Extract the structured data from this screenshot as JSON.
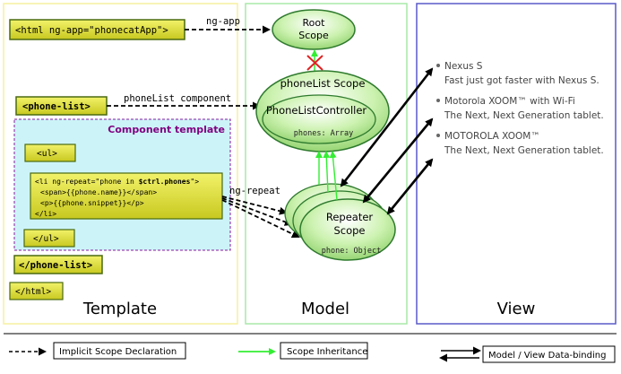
{
  "panels": {
    "template": {
      "title": "Template"
    },
    "model": {
      "title": "Model"
    },
    "view": {
      "title": "View"
    }
  },
  "template": {
    "html_tag": "<html ng-app=\"phonecatApp\">",
    "phone_list_open": "<phone-list>",
    "component_template_label": "Component template",
    "ul_open": "<ul>",
    "li_prefix": "<li ng-repeat=\"phone in ",
    "li_bold": "$ctrl.phones",
    "li_suffix": "\">",
    "span_line": "<span>{{phone.name}}</span>",
    "p_line": "<p>{{phone.snippet}}</p>",
    "li_close": "</li>",
    "ul_close": "</ul>",
    "phone_list_close": "</phone-list>",
    "html_close": "</html>"
  },
  "connectors": {
    "ng_app": "ng-app",
    "phone_list_component": "phoneList component",
    "ng_repeat": "ng-repeat"
  },
  "model": {
    "root_scope": [
      "Root",
      "Scope"
    ],
    "phone_list_scope": "phoneList Scope",
    "controller": "PhoneListController",
    "controller_prop": "phones: Array",
    "repeater_scope": [
      "Repeater",
      "Scope"
    ],
    "repeater_prop": "phone: Object"
  },
  "view": {
    "items": [
      {
        "name": "Nexus S",
        "snippet": "Fast just got faster with Nexus S."
      },
      {
        "name": "Motorola XOOM™ with Wi-Fi",
        "snippet": "The Next, Next Generation tablet."
      },
      {
        "name": "MOTOROLA XOOM™",
        "snippet": "The Next, Next Generation tablet."
      }
    ]
  },
  "legend": {
    "implicit": "Implicit Scope Declaration",
    "inheritance": "Scope Inheritance",
    "binding": "Model / View Data-binding"
  },
  "colors": {
    "template_border": "#f5f0a0",
    "model_border": "#a8e8a8",
    "view_border": "#5a5ac8",
    "tag_fill": "#e0e030",
    "tag_border": "#4a6a10",
    "component_fill": "#ccf4f8",
    "component_border": "#8a1aa0",
    "component_label": "#800080",
    "scope_fill": "#b8ee98",
    "scope_border": "#2e7a2e",
    "inheritance": "#33ee33",
    "cross": "#e02020"
  }
}
